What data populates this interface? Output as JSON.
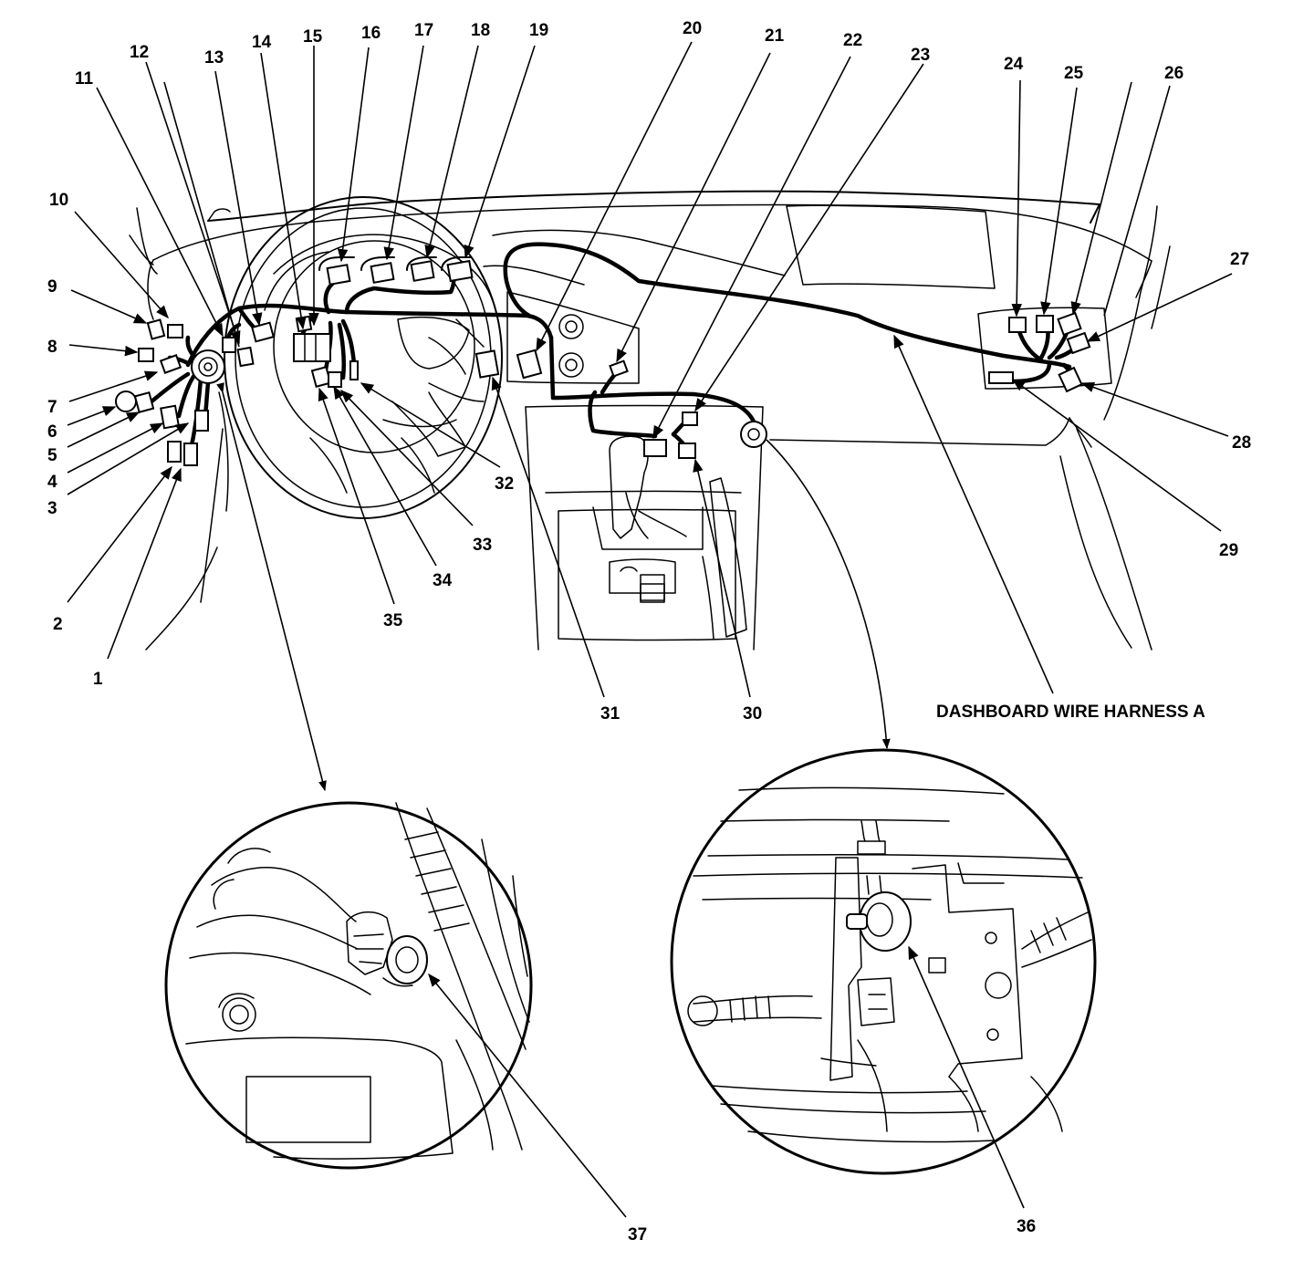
{
  "diagram": {
    "title": "DASHBOARD WIRE HARNESS A",
    "callouts": [
      {
        "id": "c1",
        "label": "1"
      },
      {
        "id": "c2",
        "label": "2"
      },
      {
        "id": "c3",
        "label": "3"
      },
      {
        "id": "c4",
        "label": "4"
      },
      {
        "id": "c5",
        "label": "5"
      },
      {
        "id": "c6",
        "label": "6"
      },
      {
        "id": "c7",
        "label": "7"
      },
      {
        "id": "c8",
        "label": "8"
      },
      {
        "id": "c9",
        "label": "9"
      },
      {
        "id": "c10",
        "label": "10"
      },
      {
        "id": "c11",
        "label": "11"
      },
      {
        "id": "c12",
        "label": "12"
      },
      {
        "id": "c13",
        "label": "13"
      },
      {
        "id": "c14",
        "label": "14"
      },
      {
        "id": "c15",
        "label": "15"
      },
      {
        "id": "c16",
        "label": "16"
      },
      {
        "id": "c17",
        "label": "17"
      },
      {
        "id": "c18",
        "label": "18"
      },
      {
        "id": "c19",
        "label": "19"
      },
      {
        "id": "c20",
        "label": "20"
      },
      {
        "id": "c21",
        "label": "21"
      },
      {
        "id": "c22",
        "label": "22"
      },
      {
        "id": "c23",
        "label": "23"
      },
      {
        "id": "c24",
        "label": "24"
      },
      {
        "id": "c25",
        "label": "25"
      },
      {
        "id": "c26",
        "label": "26"
      },
      {
        "id": "c27",
        "label": "27"
      },
      {
        "id": "c28",
        "label": "28"
      },
      {
        "id": "c29",
        "label": "29"
      },
      {
        "id": "c30",
        "label": "30"
      },
      {
        "id": "c31",
        "label": "31"
      },
      {
        "id": "c32",
        "label": "32"
      },
      {
        "id": "c33",
        "label": "33"
      },
      {
        "id": "c34",
        "label": "34"
      },
      {
        "id": "c35",
        "label": "35"
      },
      {
        "id": "c36",
        "label": "36"
      },
      {
        "id": "c37",
        "label": "37"
      }
    ]
  }
}
